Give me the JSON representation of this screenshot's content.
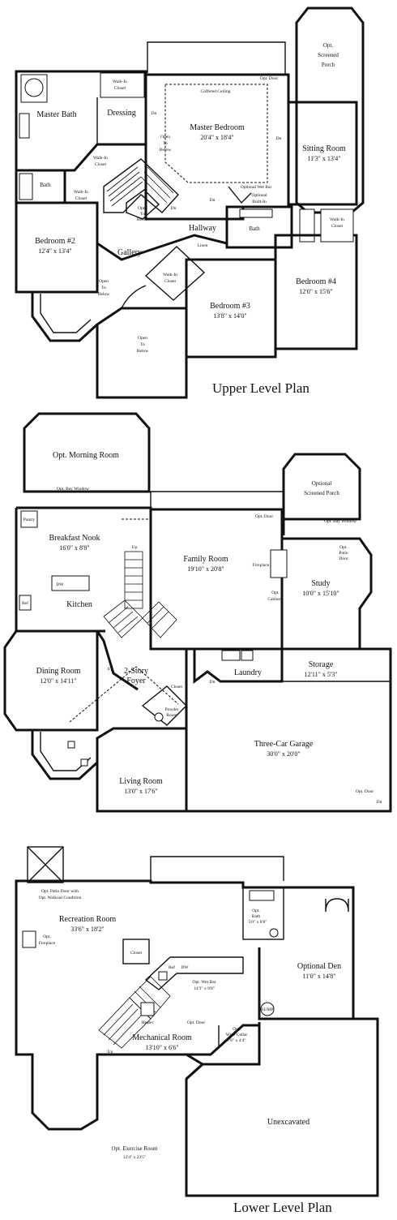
{
  "upper": {
    "title": "Upper Level Plan",
    "labels": [
      {
        "key": "screened_porch_1",
        "text": "Opt."
      },
      {
        "key": "screened_porch_2",
        "text": "Screened"
      },
      {
        "key": "screened_porch_3",
        "text": "Porch"
      },
      {
        "key": "opt_door",
        "text": "Opt. Door"
      },
      {
        "key": "coffered",
        "text": "Coffered Ceiling"
      },
      {
        "key": "master_bed",
        "text": "Master Bedroom"
      },
      {
        "key": "master_bed_dim",
        "text": "20'4\" x 18'4\""
      },
      {
        "key": "master_bath",
        "text": "Master Bath"
      },
      {
        "key": "dressing",
        "text": "Dressing"
      },
      {
        "key": "walkin_closet_a1",
        "text": "Walk-In"
      },
      {
        "key": "walkin_closet_a2",
        "text": "Closet"
      },
      {
        "key": "walkin_closet_b1",
        "text": "Walk-In"
      },
      {
        "key": "walkin_closet_b2",
        "text": "Closet"
      },
      {
        "key": "walkin_closet_c1",
        "text": "Walk-In"
      },
      {
        "key": "walkin_closet_c2",
        "text": "Closet"
      },
      {
        "key": "walkin_closet_d1",
        "text": "Walk-In"
      },
      {
        "key": "walkin_closet_d2",
        "text": "Closet"
      },
      {
        "key": "walkin_closet_e1",
        "text": "Walk-In"
      },
      {
        "key": "walkin_closet_e2",
        "text": "Closet"
      },
      {
        "key": "sitting",
        "text": "Sitting Room"
      },
      {
        "key": "sitting_dim",
        "text": "11'3\" x 13'4\""
      },
      {
        "key": "dn_a",
        "text": "Dn"
      },
      {
        "key": "dn_b",
        "text": "Dn"
      },
      {
        "key": "dn_c",
        "text": "Dn"
      },
      {
        "key": "dn_d",
        "text": "Dn"
      },
      {
        "key": "wetbar",
        "text": "Optional Wet Bar"
      },
      {
        "key": "builtin_1",
        "text": "Optional"
      },
      {
        "key": "builtin_2",
        "text": "Built-In"
      },
      {
        "key": "bath_a",
        "text": "Bath"
      },
      {
        "key": "bath_b",
        "text": "Bath"
      },
      {
        "key": "open_below_a1",
        "text": "Open"
      },
      {
        "key": "open_below_a2",
        "text": "To"
      },
      {
        "key": "open_below_a3",
        "text": "Below"
      },
      {
        "key": "open_below_b1",
        "text": "Open"
      },
      {
        "key": "open_below_b2",
        "text": "To"
      },
      {
        "key": "open_below_b3",
        "text": "Below"
      },
      {
        "key": "open_below_c1",
        "text": "Open"
      },
      {
        "key": "open_below_c2",
        "text": "To"
      },
      {
        "key": "open_below_c3",
        "text": "Below"
      },
      {
        "key": "open_below_d1",
        "text": "Open"
      },
      {
        "key": "open_below_d2",
        "text": "To"
      },
      {
        "key": "open_below_d3",
        "text": "Below"
      },
      {
        "key": "hallway",
        "text": "Hallway"
      },
      {
        "key": "linen",
        "text": "Linen"
      },
      {
        "key": "bed2",
        "text": "Bedroom #2"
      },
      {
        "key": "bed2_dim",
        "text": "12'4\" x 13'4\""
      },
      {
        "key": "gallery",
        "text": "Gallery"
      },
      {
        "key": "bed3",
        "text": "Bedroom #3"
      },
      {
        "key": "bed3_dim",
        "text": "13'8\" x 14'0\""
      },
      {
        "key": "bed4",
        "text": "Bedroom #4"
      },
      {
        "key": "bed4_dim",
        "text": "12'0\" x 15'6\""
      }
    ]
  },
  "main": {
    "labels": [
      {
        "key": "morning",
        "text": "Opt. Morning Room"
      },
      {
        "key": "baywin_a",
        "text": "Opt. Bay Window"
      },
      {
        "key": "baywin_b",
        "text": "Opt. Bay Window"
      },
      {
        "key": "porch_1",
        "text": "Optional"
      },
      {
        "key": "porch_2",
        "text": "Screened Porch"
      },
      {
        "key": "pantry",
        "text": "Pantry"
      },
      {
        "key": "nook",
        "text": "Breakfast Nook"
      },
      {
        "key": "nook_dim",
        "text": "16'0\" x 8'8\""
      },
      {
        "key": "up_a",
        "text": "Up"
      },
      {
        "key": "up_b",
        "text": "Up"
      },
      {
        "key": "opt_door_a",
        "text": "Opt. Door"
      },
      {
        "key": "opt_door_b",
        "text": "Opt. Door"
      },
      {
        "key": "family",
        "text": "Family Room"
      },
      {
        "key": "family_dim",
        "text": "19'10\" x 20'8\""
      },
      {
        "key": "fireplace",
        "text": "Fireplace"
      },
      {
        "key": "cabinets_1",
        "text": "Opt."
      },
      {
        "key": "cabinets_2",
        "text": "Cabinets"
      },
      {
        "key": "patio_1",
        "text": "Opt."
      },
      {
        "key": "patio_2",
        "text": "Patio"
      },
      {
        "key": "patio_3",
        "text": "Door"
      },
      {
        "key": "study",
        "text": "Study"
      },
      {
        "key": "study_dim",
        "text": "10'0\" x 15'10\""
      },
      {
        "key": "dw",
        "text": "DW"
      },
      {
        "key": "ref",
        "text": "Ref"
      },
      {
        "key": "kitchen",
        "text": "Kitchen"
      },
      {
        "key": "dining",
        "text": "Dining Room"
      },
      {
        "key": "dining_dim",
        "text": "12'0\" x 14'11\""
      },
      {
        "key": "foyer_1",
        "text": "2-Story"
      },
      {
        "key": "foyer_2",
        "text": "Foyer"
      },
      {
        "key": "closet",
        "text": "Closet"
      },
      {
        "key": "dn",
        "text": "Dn"
      },
      {
        "key": "laundry",
        "text": "Laundry"
      },
      {
        "key": "storage",
        "text": "Storage"
      },
      {
        "key": "storage_dim",
        "text": "12'11\" x 5'3\""
      },
      {
        "key": "powder_1",
        "text": "Powder"
      },
      {
        "key": "powder_2",
        "text": "Room"
      },
      {
        "key": "garage",
        "text": "Three-Car Garage"
      },
      {
        "key": "garage_dim",
        "text": "30'0\" x 20'0\""
      },
      {
        "key": "living",
        "text": "Living Room"
      },
      {
        "key": "living_dim",
        "text": "13'0\" x 17'6\""
      },
      {
        "key": "opt_door_c",
        "text": "Opt. Door"
      },
      {
        "key": "dn_b",
        "text": "Dn"
      }
    ]
  },
  "lower": {
    "title": "Lower Level Plan",
    "labels": [
      {
        "key": "patio_door_1",
        "text": "Opt. Patio Door with"
      },
      {
        "key": "patio_door_2",
        "text": "Opt. Walkout Condition"
      },
      {
        "key": "rec",
        "text": "Recreation Room"
      },
      {
        "key": "rec_dim",
        "text": "33'6\" x 18'2\""
      },
      {
        "key": "fireplace_1",
        "text": "Opt."
      },
      {
        "key": "fireplace_2",
        "text": "Fireplace"
      },
      {
        "key": "bath_1",
        "text": "Opt."
      },
      {
        "key": "bath_2",
        "text": "Bath"
      },
      {
        "key": "bath_dim",
        "text": "5'0\" x 8'8\""
      },
      {
        "key": "closet",
        "text": "Closet"
      },
      {
        "key": "den",
        "text": "Optional Den"
      },
      {
        "key": "den_dim",
        "text": "11'0\" x 14'8\""
      },
      {
        "key": "wetbar",
        "text": "Opt. Wet Bar"
      },
      {
        "key": "wetbar_dim",
        "text": "14'3\" x 9'0\""
      },
      {
        "key": "bar_ref",
        "text": "Ref"
      },
      {
        "key": "bar_dw",
        "text": "DW"
      },
      {
        "key": "opt_door",
        "text": "Opt. Door"
      },
      {
        "key": "heater",
        "text": "Heater"
      },
      {
        "key": "mech",
        "text": "Mechanical Room"
      },
      {
        "key": "mech_dim",
        "text": "13'10\" x 6'6\""
      },
      {
        "key": "wine_1",
        "text": "Opt."
      },
      {
        "key": "wine_2",
        "text": "Wine Cellar"
      },
      {
        "key": "wine_dim",
        "text": "7'8\" x 4'4\""
      },
      {
        "key": "up",
        "text": "Up"
      },
      {
        "key": "sump",
        "text": "SUMP"
      },
      {
        "key": "unexc",
        "text": "Unexcavated"
      },
      {
        "key": "exercise",
        "text": "Opt. Exercise Room"
      },
      {
        "key": "exercise_dim",
        "text": "12'4\" x 23'5\""
      }
    ]
  }
}
